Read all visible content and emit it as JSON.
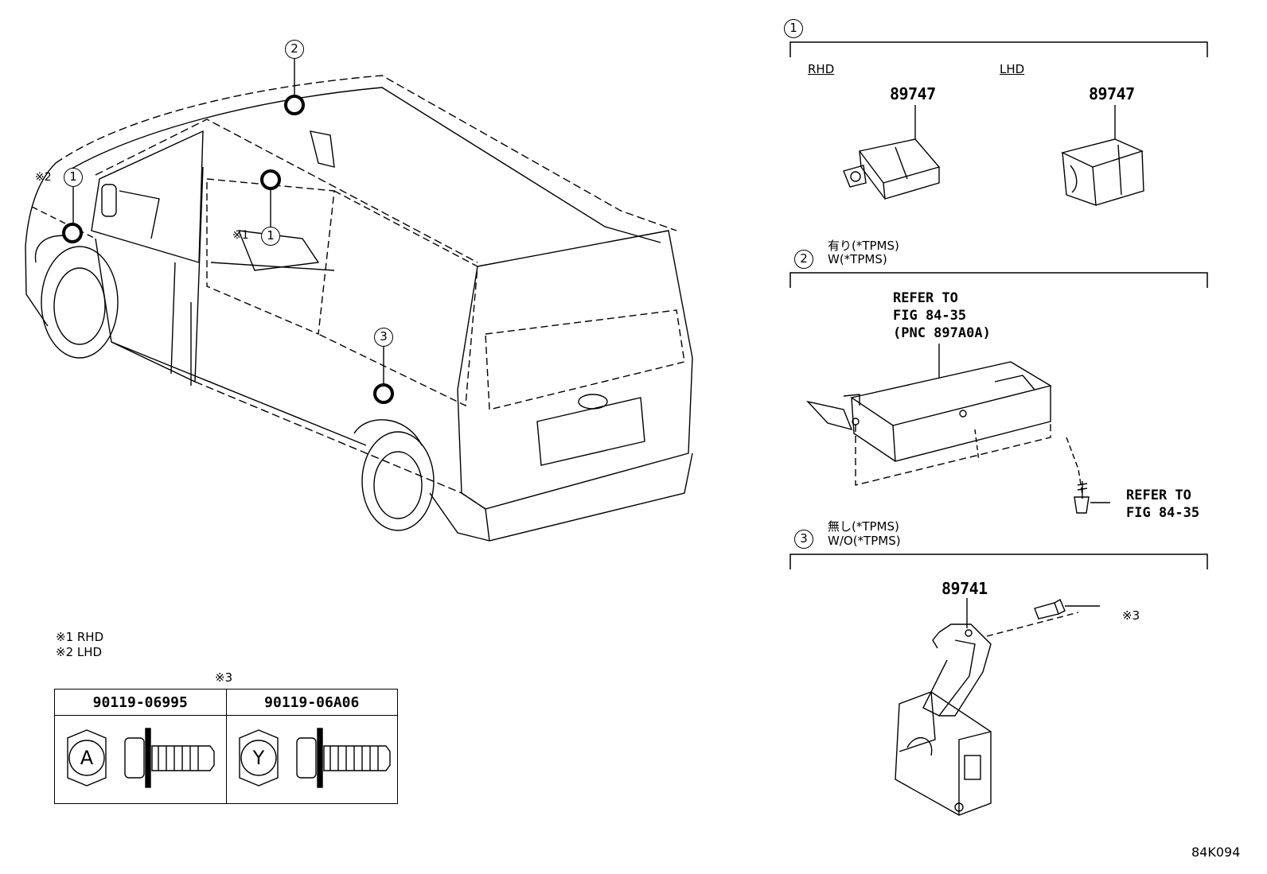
{
  "van": {
    "callouts": [
      {
        "num": "2"
      },
      {
        "num": "1"
      },
      {
        "num": "1"
      },
      {
        "num": "3"
      }
    ],
    "note_rhd": "※1",
    "note_lhd": "※2"
  },
  "sections": {
    "s1": {
      "num": "1",
      "rhd_label": "RHD",
      "lhd_label": "LHD",
      "part_rhd": "89747",
      "part_lhd": "89747"
    },
    "s2": {
      "num": "2",
      "cond_jp": "有り(*TPMS)",
      "cond_en": "W(*TPMS)",
      "refer_1": "REFER TO\nFIG 84-35\n(PNC 897A0A)",
      "refer_2": "REFER TO\nFIG 84-35"
    },
    "s3": {
      "num": "3",
      "cond_jp": "無し(*TPMS)",
      "cond_en": "W/O(*TPMS)",
      "part": "89741",
      "bolt_note": "※3"
    }
  },
  "legend": {
    "line1": "※1 RHD",
    "line2": "※2 LHD"
  },
  "bolt_table": {
    "note": "※3",
    "columns": [
      "90119-06995",
      "90119-06A06"
    ],
    "head_marks": [
      "A",
      "Y"
    ]
  },
  "figure_code": "84K094"
}
